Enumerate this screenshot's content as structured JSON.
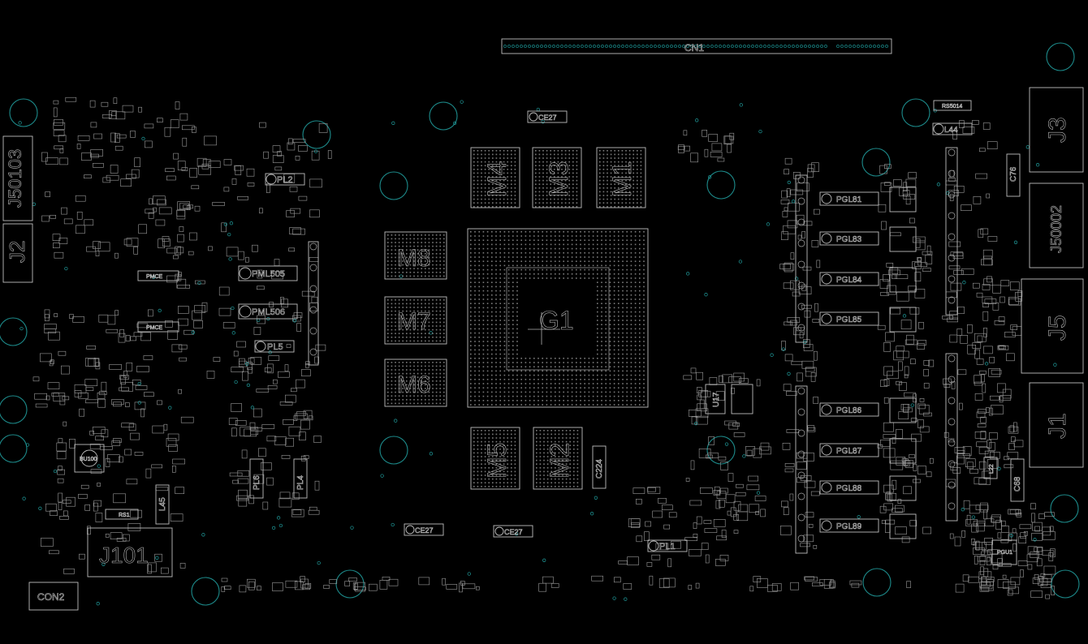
{
  "board": {
    "background": "#000000",
    "outline_color": "#bdbdbd",
    "hole_color": "#1d8c8c"
  },
  "connectors": {
    "cn1": "CN1",
    "con2": "CON2",
    "j1": "J1",
    "j2": "J2",
    "j3": "J3",
    "j5": "J5",
    "j50002": "J50002",
    "j50103": "J50103",
    "j101": "J101"
  },
  "memory": {
    "m1": "M1",
    "m2": "M2",
    "m3": "M3",
    "m4": "M4",
    "m5": "M5",
    "m6": "M6",
    "m7": "M7",
    "m8": "M8"
  },
  "gpu": {
    "g1": "G1",
    "u17": "U17"
  },
  "power": {
    "pl1": "PL1",
    "pl2": "PL2",
    "pl4": "PL4",
    "pl5": "PL5",
    "pl6": "PL6",
    "l44": "L44",
    "l45": "L45",
    "l22": "L22",
    "bu100": "BU100",
    "pgu1": "PGU1",
    "rs1": "RS1",
    "c224": "C224",
    "c68": "C68",
    "c76": "C76"
  },
  "labels": {
    "ce271": "CE27",
    "ce272": "CE27",
    "ce273": "CE27",
    "ce_left": "PMCE",
    "chokes_left": [
      "PML505",
      "PML506"
    ],
    "chokes_right": [
      "PGL81",
      "PGL83",
      "PGL84",
      "PGL85",
      "PGL86",
      "PGL87",
      "PGL88",
      "PGL89"
    ],
    "rs5014": "RS5014"
  }
}
